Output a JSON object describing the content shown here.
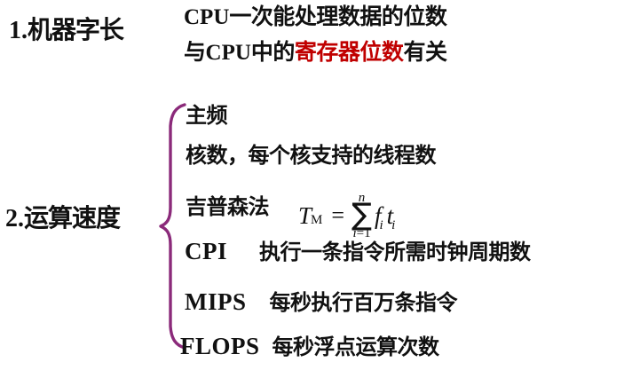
{
  "slide": {
    "background_color": "#ffffff",
    "text_color": "#111111",
    "accent_red": "#c00000",
    "brace_color": "#8b2a7a"
  },
  "sections": [
    {
      "number": "1.",
      "title": "机器字长",
      "lines": [
        {
          "pre": "CPU",
          "mid": "一次能处理数据的位数",
          "highlight": "",
          "post": ""
        },
        {
          "pre": "与",
          "mid": "CPU",
          "mid2": "中的",
          "highlight": "寄存器位数",
          "post": "有关"
        }
      ]
    },
    {
      "number": "2.",
      "title": "运算速度",
      "items": [
        {
          "kind": "plain",
          "text": "主频"
        },
        {
          "kind": "plain",
          "text": "核数，每个核支持的线程数"
        },
        {
          "kind": "formula",
          "text": "吉普森法"
        },
        {
          "kind": "acronym",
          "acronym": "CPI",
          "description": "执行一条指令所需时钟周期数"
        },
        {
          "kind": "acronym",
          "acronym": "MIPS",
          "description": "每秒执行百万条指令"
        },
        {
          "kind": "acronym",
          "acronym": "FLOPS",
          "description": "每秒浮点运算次数"
        }
      ]
    }
  ],
  "formula": {
    "lhs_var": "T",
    "lhs_sub": "M",
    "equals": "=",
    "sigma": "∑",
    "upper_limit": "n",
    "lower_index": "i",
    "lower_eq": "=",
    "lower_value": "1",
    "term1_var": "f",
    "term1_sub": "i",
    "term2_var": "t",
    "term2_sub": "i",
    "plain": "T_M = Σ(i=1..n) f_i t_i"
  }
}
